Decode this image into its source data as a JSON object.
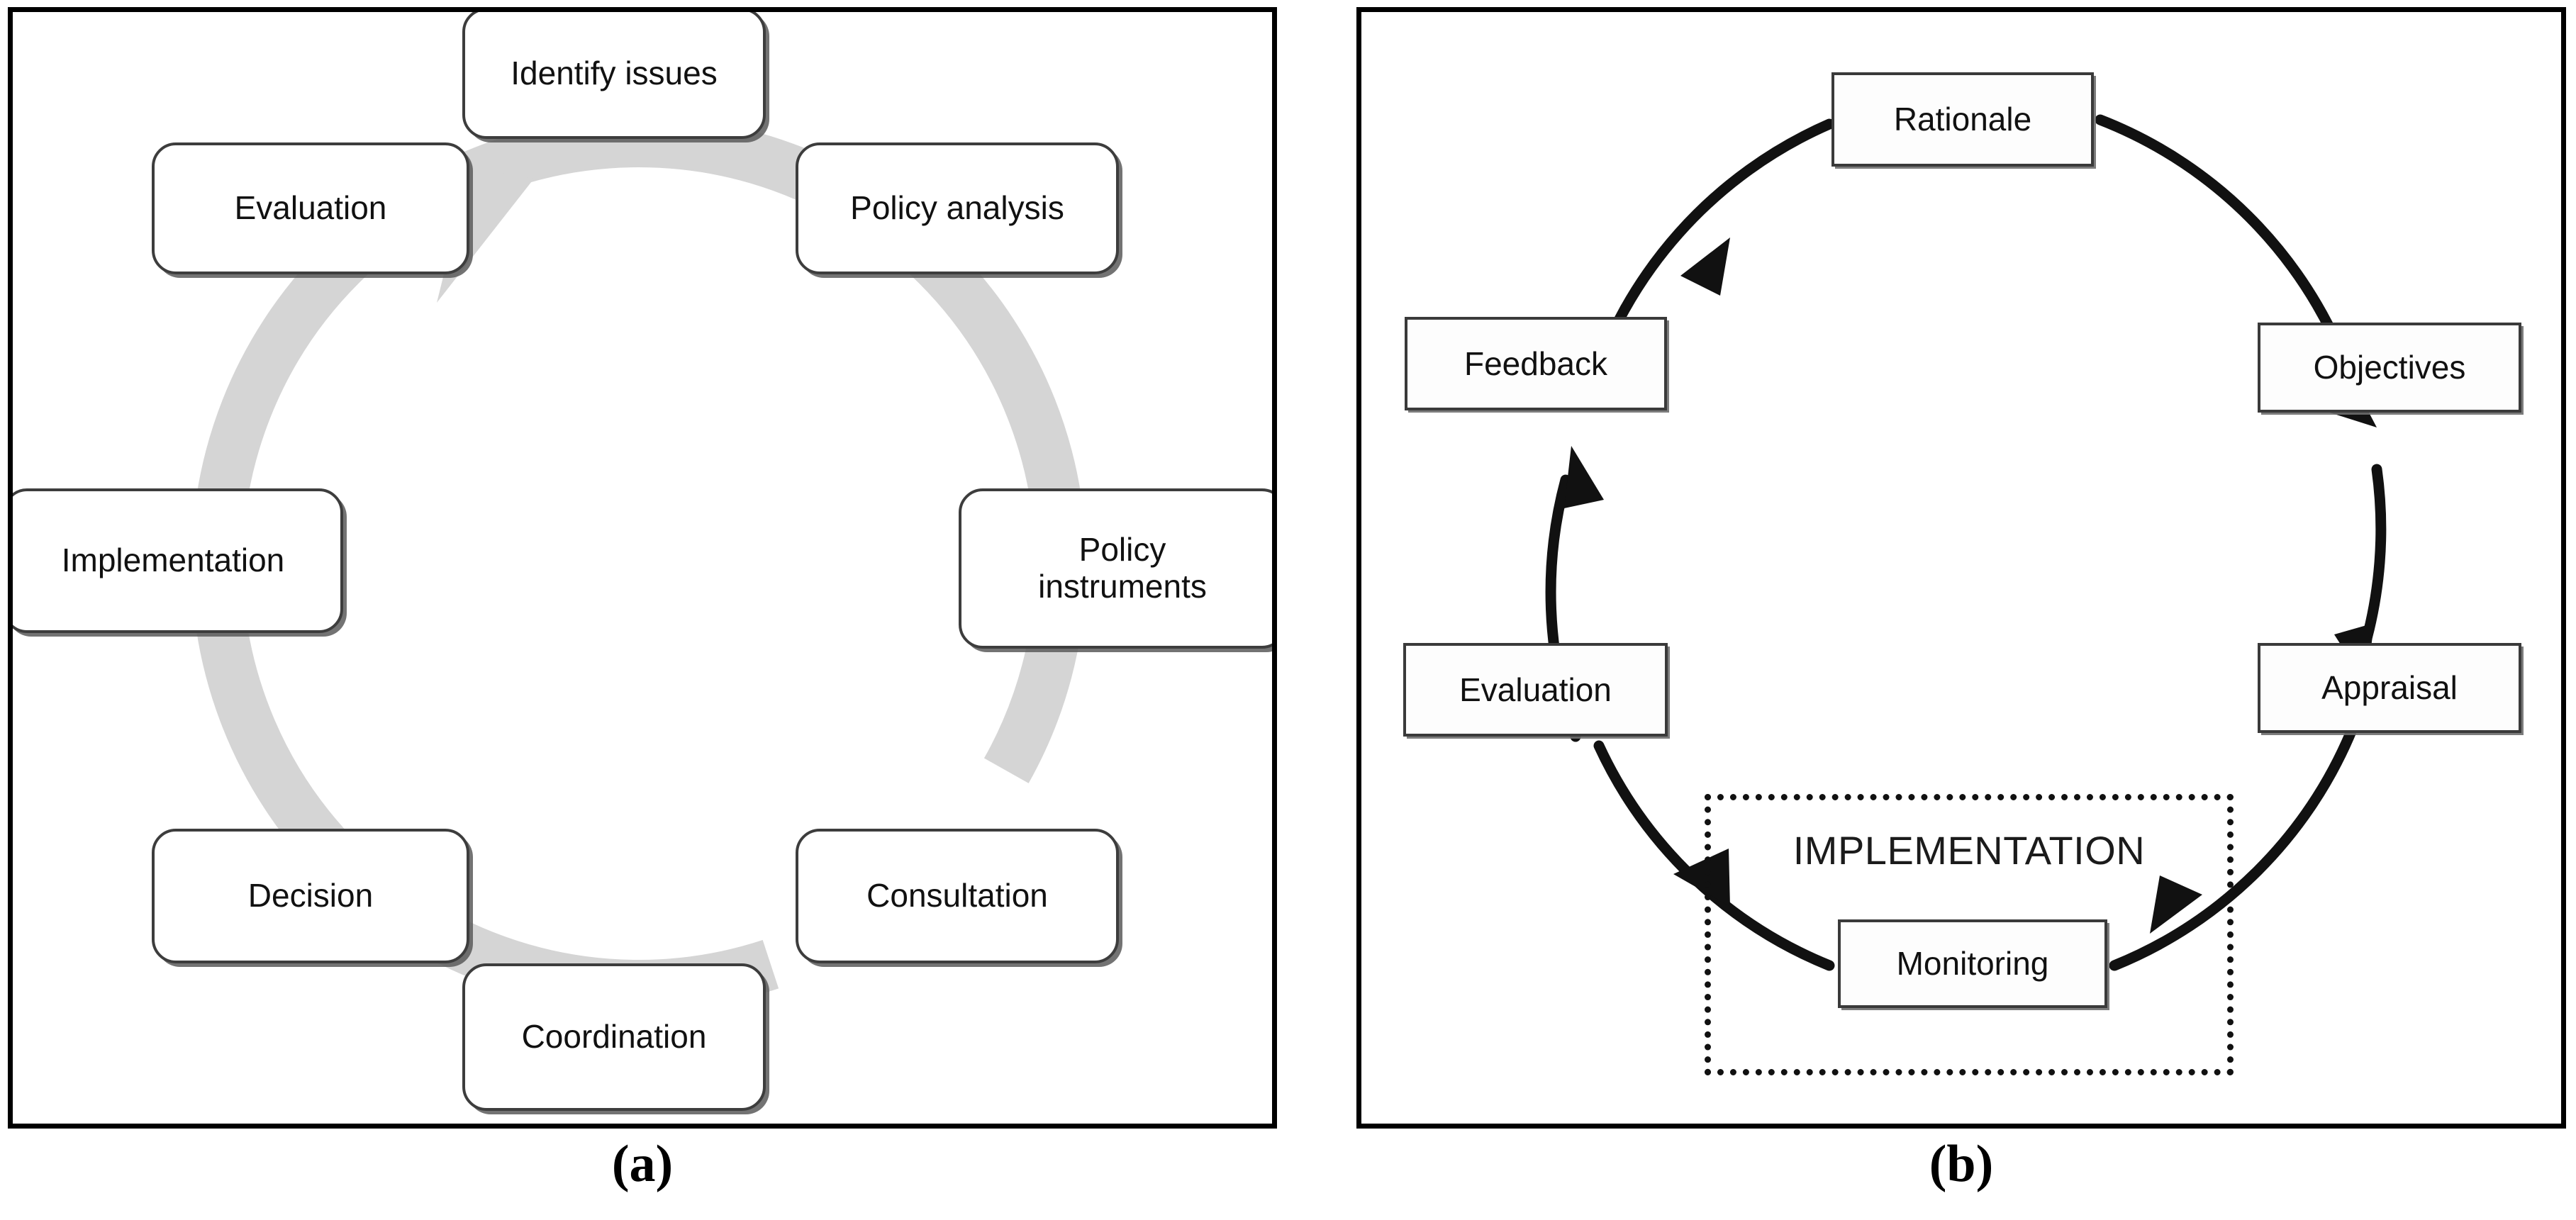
{
  "figure": {
    "type": "two-panel-diagram",
    "description": "Two circular policy-cycle diagrams shown side by side"
  },
  "panel_a": {
    "caption": "(a)",
    "cycle_direction": "clockwise",
    "arrow_style": "thick-gray-ribbon",
    "box_shape": "rounded-rectangle",
    "steps": [
      {
        "label": "Identify issues",
        "position": "top"
      },
      {
        "label": "Policy analysis",
        "position": "upper-right"
      },
      {
        "label": "Policy\ninstruments",
        "line1": "Policy",
        "line2": "instruments",
        "position": "right"
      },
      {
        "label": "Consultation",
        "position": "lower-right"
      },
      {
        "label": "Coordination",
        "position": "bottom"
      },
      {
        "label": "Decision",
        "position": "lower-left"
      },
      {
        "label": "Implementation",
        "position": "left"
      },
      {
        "label": "Evaluation",
        "position": "upper-left"
      }
    ],
    "colors": {
      "arrow": "#d5d5d5",
      "box_border": "#3d3d3d",
      "box_fill": "#ffffff",
      "panel_border": "#000000"
    }
  },
  "panel_b": {
    "caption": "(b)",
    "cycle_direction": "clockwise",
    "arrow_style": "thin-black-curved-arrows",
    "box_shape": "rectangle",
    "steps": [
      {
        "label": "Rationale",
        "position": "top"
      },
      {
        "label": "Objectives",
        "position": "right"
      },
      {
        "label": "Appraisal",
        "position": "lower-right"
      },
      {
        "label": "Monitoring",
        "position": "bottom"
      },
      {
        "label": "Evaluation",
        "position": "lower-left"
      },
      {
        "label": "Feedback",
        "position": "left"
      }
    ],
    "group": {
      "label": "IMPLEMENTATION",
      "style": "dotted-frame",
      "contains": [
        "Monitoring"
      ]
    },
    "colors": {
      "arrow": "#111111",
      "box_border": "#3a3a3a",
      "box_fill": "#fdfdfd",
      "panel_border": "#000000"
    }
  }
}
